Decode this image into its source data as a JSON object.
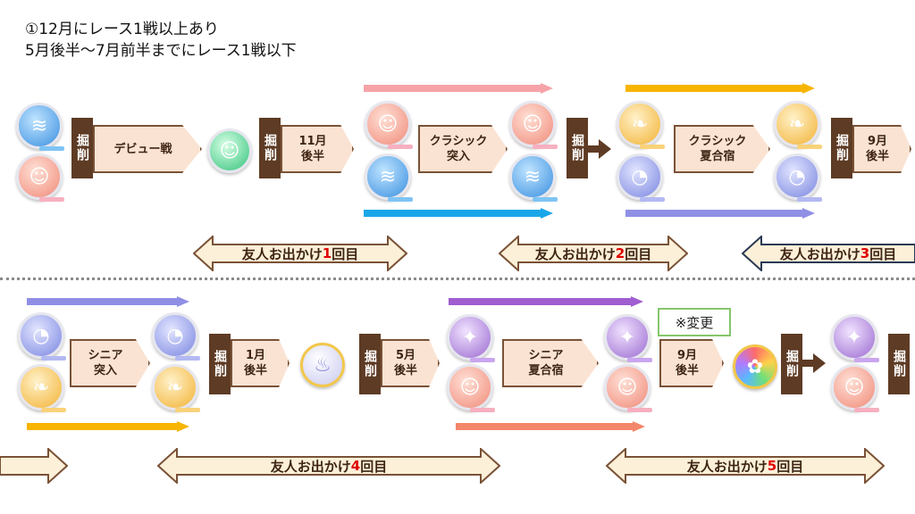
{
  "conditions": {
    "line1": "①12月にレース1戦以上あり",
    "line2": "5月後半～7月前半までにレース1戦以下"
  },
  "labels": {
    "kussaku": "掘削",
    "debut": "デビュー戦",
    "nov_late": "11月\n後半",
    "classic_entry": "クラシック\n突入",
    "classic_camp": "クラシック\n夏合宿",
    "sep_late": "9月\n後半",
    "senior_entry": "シニア\n突入",
    "jan_late": "1月\n後半",
    "may_late": "5月\n後半",
    "senior_camp": "シニア\n夏合宿",
    "sep_late_2": "9月\n後半"
  },
  "note": "※変更",
  "outings": [
    {
      "prefix": "友人お出かけ",
      "num": "1",
      "suffix": "回目"
    },
    {
      "prefix": "友人お出かけ",
      "num": "2",
      "suffix": "回目"
    },
    {
      "prefix": "友人お出かけ",
      "num": "3",
      "suffix": "回目"
    },
    {
      "prefix": "友人お出かけ",
      "num": "4",
      "suffix": "回目"
    },
    {
      "prefix": "友人お出かけ",
      "num": "5",
      "suffix": "回目"
    }
  ],
  "colors": {
    "speed": "#3a8fe0",
    "power": "#f08a78",
    "stamina": "#f2b233",
    "guts": "#7a86e0",
    "wit": "#9a6ad0",
    "bar_pink": "#f5a3a8",
    "bar_blue": "#1aa7e8",
    "bar_yellow": "#f7b500",
    "bar_lavender": "#8f8fe6",
    "bar_purple": "#a05ed0",
    "bar_salmon": "#f4866a",
    "kussaku_bg": "#5e3b24",
    "outing_fill": "#fdf0d8",
    "outing_num": "#e00000"
  },
  "icons": {
    "speed": "speed-skill-icon",
    "power": "power-skill-icon",
    "stamina": "stamina-skill-icon",
    "guts": "guts-skill-icon",
    "wit": "wit-skill-icon",
    "green": "green-skill-icon",
    "onsen": "onsen-icon",
    "rainbow": "rainbow-skill-icon"
  }
}
